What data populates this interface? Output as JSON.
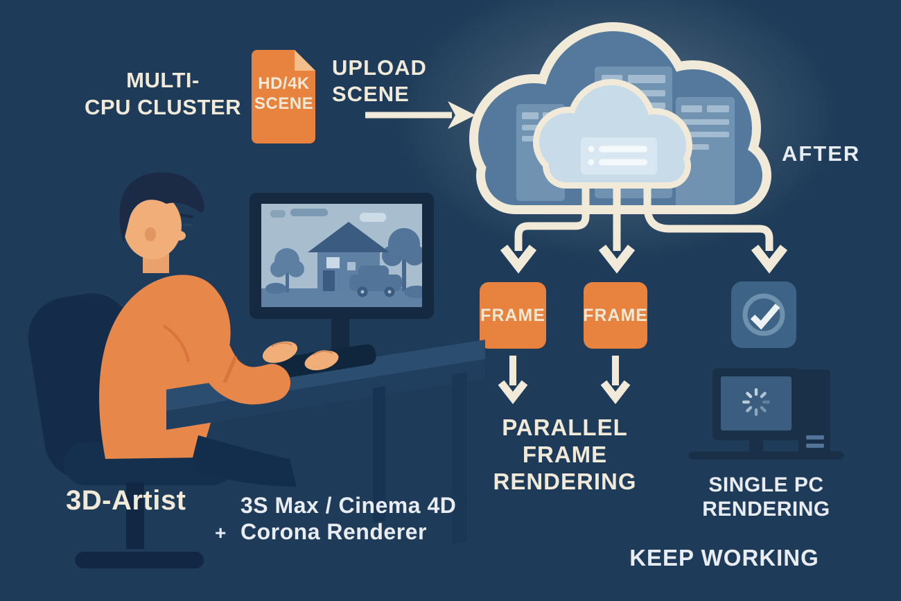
{
  "title": "Cloud render farm workflow illustration",
  "colors": {
    "background": "#1e3c59",
    "accent_orange": "#e8823f",
    "orange_fold": "#f3bd8c",
    "cream_text": "#f1ead8",
    "ivory_text": "#e9edf2",
    "cloud_fill": "#54799c",
    "cloud_inner_fill": "#c7dbe9",
    "check_panel_blue": "#3d6486",
    "dark_navy_icon": "#1a3048",
    "skin": "#f1ae79",
    "sweater_orange": "#e8874a"
  },
  "left_column": {
    "cluster_label": {
      "line1": "MULTI-",
      "line2": "CPU CLUSTER"
    },
    "scene_file": {
      "line1": "HD/4K",
      "line2": "SCENE"
    },
    "artist_label": "3D-Artist",
    "software": {
      "line1": "3S Max / Cinema 4D",
      "prefix": "+",
      "line2": "Corona Renderer"
    }
  },
  "flow": {
    "upload_label": {
      "line1": "UPLOAD",
      "line2": "SCENE"
    },
    "after_label": "AFTER",
    "frame_boxes": [
      {
        "label": "FRAME"
      },
      {
        "label": "FRAME"
      }
    ],
    "parallel_label": {
      "line1": "PARALLEL",
      "line2": "FRAME",
      "line3": "RENDERING"
    }
  },
  "right_column": {
    "single_pc_label": {
      "line1": "SINGLE PC",
      "line2": "RENDERING"
    },
    "keep_working_label": "KEEP WORKING"
  },
  "icons": {
    "scene_file": "document-icon",
    "cloud": "cloud-render-farm-icon",
    "distribution": "arrow-down-icons",
    "frame": "frame-box-icon",
    "done": "check-circle-icon",
    "single_pc": "monitor-loading-icon",
    "artist": "artist-at-desk-illustration"
  }
}
